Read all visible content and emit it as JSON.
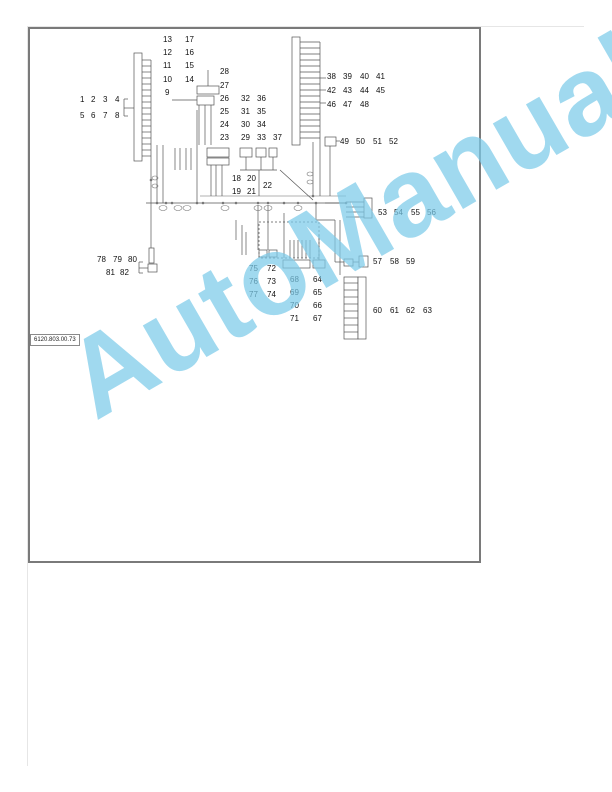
{
  "document_code": "6120.803.00.73",
  "watermark": "AutoManual",
  "callouts": {
    "c1": "1",
    "c2": "2",
    "c3": "3",
    "c4": "4",
    "c5": "5",
    "c6": "6",
    "c7": "7",
    "c8": "8",
    "c9": "9",
    "c10": "10",
    "c11": "11",
    "c12": "12",
    "c13": "13",
    "c14": "14",
    "c15": "15",
    "c16": "16",
    "c17": "17",
    "c18": "18",
    "c19": "19",
    "c20": "20",
    "c21": "21",
    "c22": "22",
    "c23": "23",
    "c24": "24",
    "c25": "25",
    "c26": "26",
    "c27": "27",
    "c28": "28",
    "c29": "29",
    "c30": "30",
    "c31": "31",
    "c32": "32",
    "c33": "33",
    "c34": "34",
    "c35": "35",
    "c36": "36",
    "c37": "37",
    "c38": "38",
    "c39": "39",
    "c40": "40",
    "c41": "41",
    "c42": "42",
    "c43": "43",
    "c44": "44",
    "c45": "45",
    "c46": "46",
    "c47": "47",
    "c48": "48",
    "c49": "49",
    "c50": "50",
    "c51": "51",
    "c52": "52",
    "c53": "53",
    "c54": "54",
    "c55": "55",
    "c56": "56",
    "c57": "57",
    "c58": "58",
    "c59": "59",
    "c60": "60",
    "c61": "61",
    "c62": "62",
    "c63": "63",
    "c64": "64",
    "c65": "65",
    "c66": "66",
    "c67": "67",
    "c68": "68",
    "c69": "69",
    "c70": "70",
    "c71": "71",
    "c72": "72",
    "c73": "73",
    "c74": "74",
    "c75": "75",
    "c76": "76",
    "c77": "77",
    "c78": "78",
    "c79": "79",
    "c80": "80",
    "c81": "81",
    "c82": "82"
  }
}
